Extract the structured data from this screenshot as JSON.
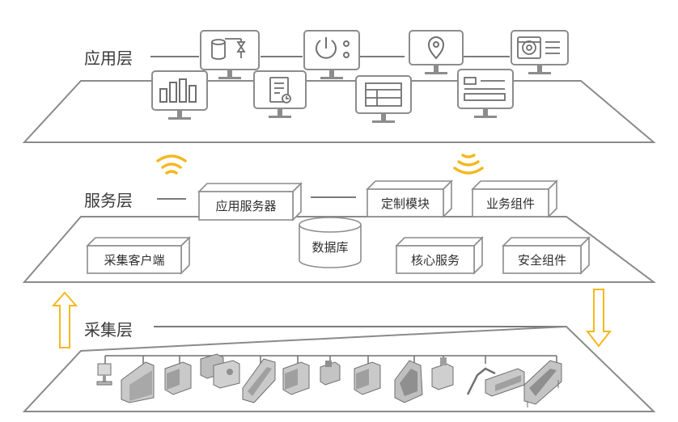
{
  "layers": {
    "application": {
      "label": "应用层"
    },
    "service": {
      "label": "服务层"
    },
    "collection": {
      "label": "采集层"
    }
  },
  "application_monitors": [
    {
      "icon": "valve-diagram-icon"
    },
    {
      "icon": "power-button-icon"
    },
    {
      "icon": "location-pin-icon"
    },
    {
      "icon": "machine-gear-icon"
    },
    {
      "icon": "bar-chart-icon"
    },
    {
      "icon": "report-document-icon"
    },
    {
      "icon": "data-table-icon"
    },
    {
      "icon": "form-fields-icon"
    }
  ],
  "service_boxes": {
    "app_server": "应用服务器",
    "custom_module": "定制模块",
    "business_component": "业务组件",
    "collector_client": "采集客户端",
    "database": "数据库",
    "core_service": "核心服务",
    "security_component": "安全组件"
  },
  "collection_devices_count_note": "",
  "colors": {
    "accent": "#f5b820",
    "line": "#7a7a7a",
    "text": "#333333"
  }
}
